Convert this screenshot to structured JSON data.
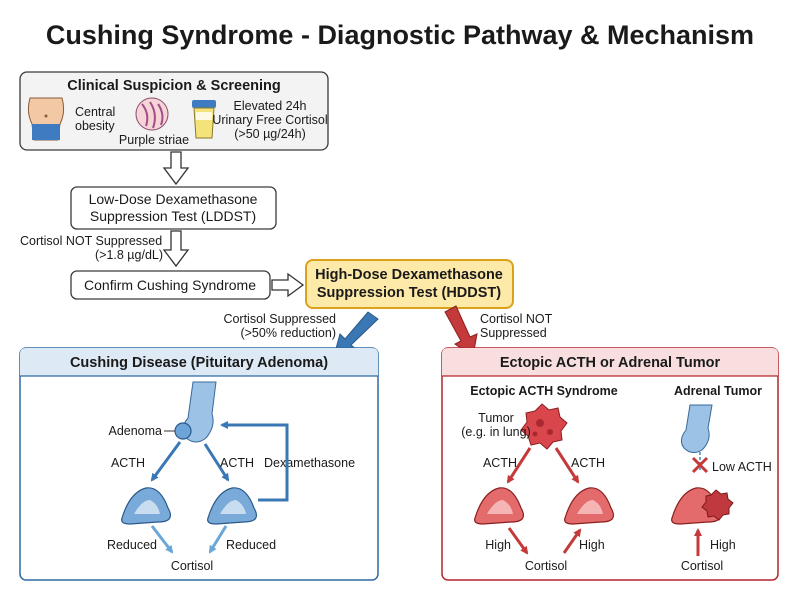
{
  "title": "Cushing Syndrome - Diagnostic Pathway & Mechanism",
  "screening": {
    "title": "Clinical Suspicion & Screening",
    "central_obesity": [
      "Central",
      "obesity"
    ],
    "purple_striae": "Purple striae",
    "ufc": [
      "Elevated 24h",
      "Urinary Free Cortisol",
      "(>50 µg/24h)"
    ]
  },
  "lddst": [
    "Low-Dose Dexamethasone",
    "Suppression Test (LDDST)"
  ],
  "not_suppressed_low": [
    "Cortisol NOT Suppressed",
    "(>1.8 µg/dL)"
  ],
  "confirm": "Confirm Cushing Syndrome",
  "hddst": [
    "High-Dose Dexamethasone",
    "Suppression Test (HDDST)"
  ],
  "suppressed": [
    "Cortisol Suppressed",
    "(>50% reduction)"
  ],
  "not_suppressed_high": [
    "Cortisol NOT",
    "Suppressed"
  ],
  "left_panel": {
    "title": "Cushing Disease (Pituitary Adenoma)",
    "adenoma": "Adenoma",
    "acth_1": "ACTH",
    "acth_2": "ACTH",
    "dexamethasone": "Dexamethasone",
    "reduced_1": "Reduced",
    "reduced_2": "Reduced",
    "cortisol": "Cortisol"
  },
  "right_panel": {
    "title": "Ectopic ACTH or Adrenal Tumor",
    "ectopic_title": "Ectopic ACTH Syndrome",
    "adrenal_title": "Adrenal Tumor",
    "tumor": [
      "Tumor",
      "(e.g. in lung)"
    ],
    "acth_1": "ACTH",
    "acth_2": "ACTH",
    "high_1": "High",
    "high_2": "High",
    "high_3": "High",
    "low_acth": "Low ACTH",
    "cortisol_1": "Cortisol",
    "cortisol_2": "Cortisol"
  },
  "colors": {
    "blue_panel_fill": "#e3eef8",
    "blue_panel_stroke": "#2f6aa0",
    "red_panel_fill": "#fbe7e7",
    "red_panel_stroke": "#b3272d",
    "hddst_fill": "#fde9a8",
    "hddst_stroke": "#d9a21a",
    "blue_arrow": "#3a77b5",
    "red_arrow": "#c43a3a",
    "adrenal_blue": "#7aaad9",
    "adrenal_red": "#e46b6b"
  }
}
